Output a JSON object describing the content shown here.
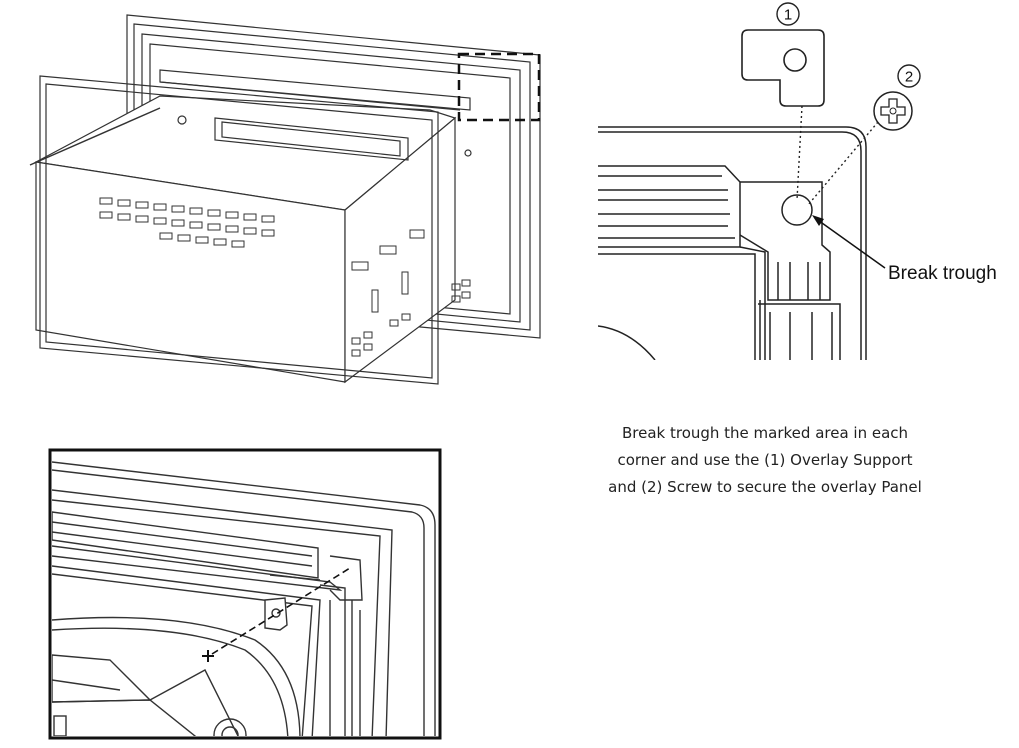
{
  "callouts": {
    "marker_1": "1",
    "marker_2": "2",
    "break_trough": "Break trough"
  },
  "caption": {
    "line1": "Break trough the marked area in each",
    "line2": "corner and use the (1) Overlay Support",
    "line3": "and (2) Screw to secure the overlay Panel"
  },
  "parts": {
    "overlay_support": "overlay-support-bracket",
    "screw": "screw-icon"
  },
  "colors": {
    "line": "#222222",
    "background": "#ffffff"
  }
}
